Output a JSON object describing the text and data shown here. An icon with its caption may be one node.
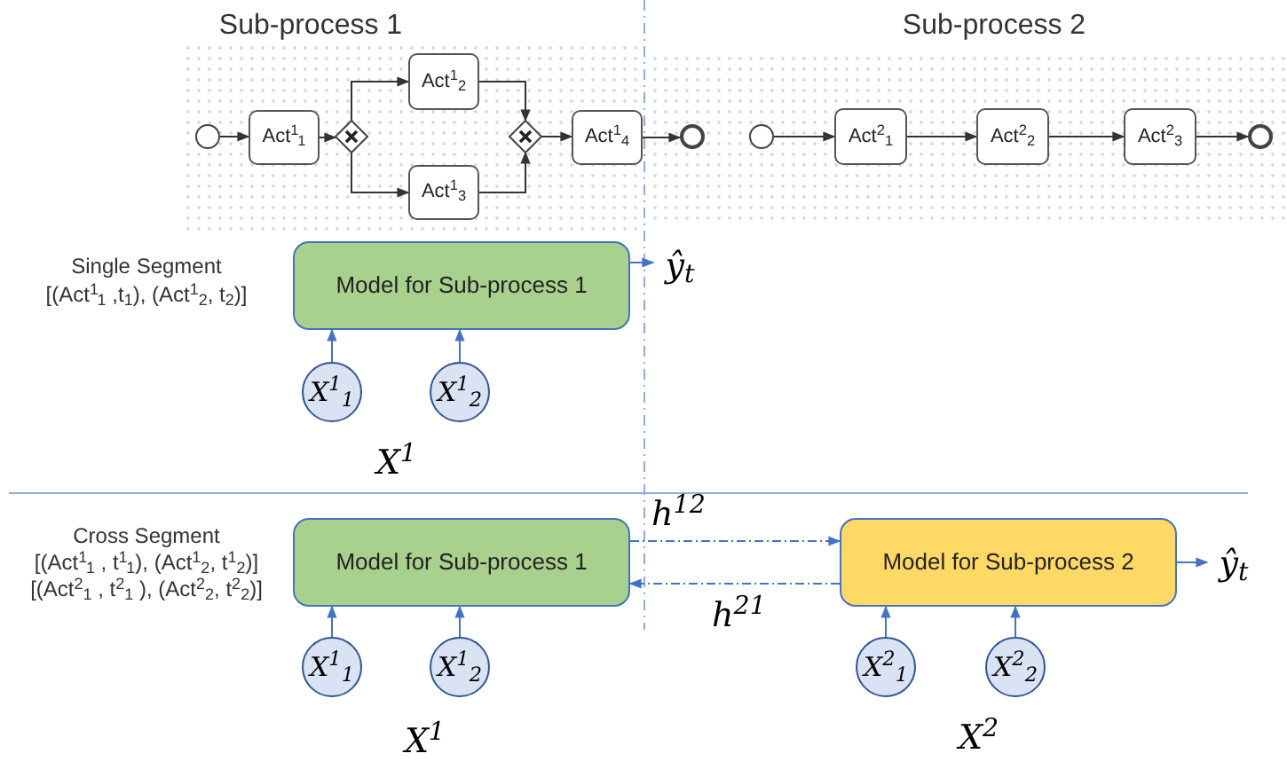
{
  "diagram": {
    "nodes": [
      {
        "text": [],
        "shape": "circle"
      },
      {
        "text": [
          "Act$^{1}$$_{1}$"
        ]
      },
      {
        "text": [],
        "shape": "diamond"
      },
      {
        "text": [
          "Act$^{1}$$_{2}$"
        ]
      },
      {
        "text": [
          "Act$^{1}$$_{3}$"
        ]
      },
      {
        "text": [],
        "shape": "diamond"
      },
      {
        "text": [
          "Act$^{1}$$_{4}$"
        ]
      },
      {
        "text": [],
        "shape": "circle"
      },
      {
        "text": [],
        "shape": "circle"
      },
      {
        "text": [
          "Act$^{2}$$_{1}$"
        ]
      },
      {
        "text": [
          "Act$^{2}$$_{2}$"
        ]
      },
      {
        "text": [
          "Act$^{2}$$_{3}$"
        ]
      },
      {
        "text": [],
        "shape": "circle"
      },
      {
        "text": [
          "Model for Sub-process 1"
        ]
      },
      {
        "text": [
          "ŷ$_{t}$"
        ]
      },
      {
        "text": [
          "X$^{1}$$_{1}$"
        ]
      },
      {
        "text": [
          "X$^{1}$$_{2}$"
        ]
      },
      {
        "text": [
          "Model for Sub-process 1"
        ]
      },
      {
        "text": [
          "Model for Sub-process 2"
        ]
      },
      {
        "text": [
          "ŷ$_{t}$"
        ]
      },
      {
        "text": [
          "X$^{1}$$_{1}$"
        ]
      },
      {
        "text": [
          "X$^{1}$$_{2}$"
        ]
      },
      {
        "text": [
          "X$^{2}$$_{1}$"
        ]
      },
      {
        "text": [
          "X$^{2}$$_{2}$"
        ]
      }
    ],
    "edges": [
      {
        "from": 0,
        "to": 1,
        "arrow": "to"
      },
      {
        "from": 1,
        "to": 2,
        "arrow": "to"
      },
      {
        "from": 2,
        "to": 3,
        "arrow": "to"
      },
      {
        "from": 2,
        "to": 4,
        "arrow": "to"
      },
      {
        "from": 3,
        "to": 5,
        "arrow": "to"
      },
      {
        "from": 4,
        "to": 5,
        "arrow": "to"
      },
      {
        "from": 5,
        "to": 6,
        "arrow": "to"
      },
      {
        "from": 6,
        "to": 7,
        "arrow": "to"
      },
      {
        "from": 8,
        "to": 9,
        "arrow": "to"
      },
      {
        "from": 9,
        "to": 10,
        "arrow": "to"
      },
      {
        "from": 10,
        "to": 11,
        "arrow": "to"
      },
      {
        "from": 11,
        "to": 12,
        "arrow": "to"
      },
      {
        "from": 13,
        "to": 14,
        "arrow": "to",
        "color": "#4472c4"
      },
      {
        "from": 15,
        "to": 13,
        "arrow": "to",
        "color": "#4472c4"
      },
      {
        "from": 16,
        "to": 13,
        "arrow": "to",
        "color": "#4472c4"
      },
      {
        "from": 17,
        "to": 18,
        "arrow": "to",
        "label": "h$^{12}$",
        "style": "dashed",
        "color": "#4472c4"
      },
      {
        "from": 18,
        "to": 17,
        "arrow": "to",
        "label": "h$^{21}$",
        "style": "dashed",
        "color": "#4472c4"
      },
      {
        "from": 18,
        "to": 19,
        "arrow": "to",
        "color": "#4472c4"
      },
      {
        "from": 20,
        "to": 17,
        "arrow": "to",
        "color": "#4472c4"
      },
      {
        "from": 21,
        "to": 17,
        "arrow": "to",
        "color": "#4472c4"
      },
      {
        "from": 22,
        "to": 18,
        "arrow": "to",
        "color": "#4472c4"
      },
      {
        "from": 23,
        "to": 18,
        "arrow": "to",
        "color": "#4472c4"
      }
    ],
    "labels": [
      "Sub-process 1",
      "Sub-process 2",
      "Single Segment",
      "[(Act$^{1}$$_{1}$ ,t$_{1}$), (Act$^{1}$$_{2}$, t$_{2}$)]",
      "X$^{1}$",
      "Cross Segment",
      "[(Act$^{1}$$_{1}$ , t$^{1}$$_{1}$), (Act$^{1}$$_{2}$, t$^{1}$$_{2}$)]",
      "[(Act$^{2}$$_{1}$ , t$^{2}$$_{1}$ ), (Act$^{2}$$_{2}$, t$^{2}$$_{2}$)]",
      "X$^{1}$",
      "X$^{2}$"
    ]
  }
}
